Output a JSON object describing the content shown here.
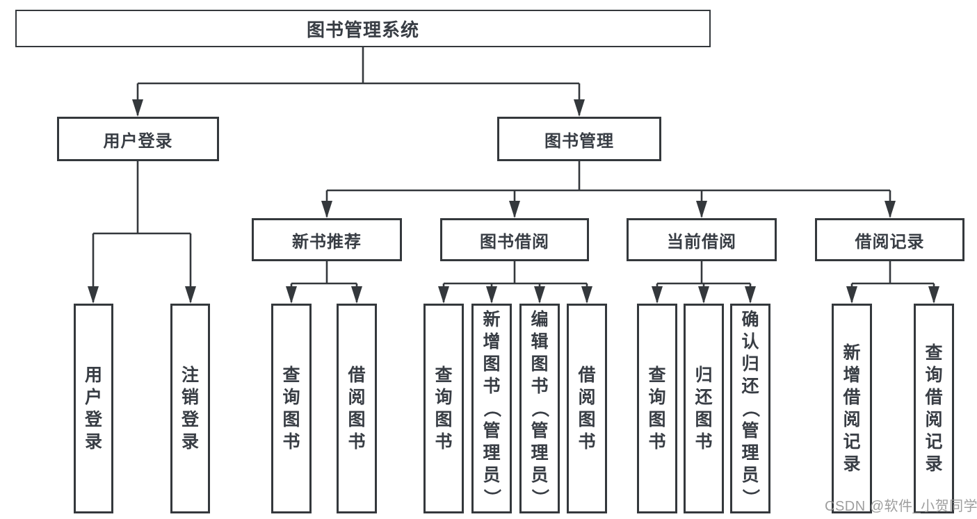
{
  "tree": {
    "root": "图书管理系统",
    "level1": [
      "用户登录",
      "图书管理"
    ],
    "level2": [
      "新书推荐",
      "图书借阅",
      "当前借阅",
      "借阅记录"
    ],
    "leaves": {
      "login": [
        "用户登录",
        "注销登录"
      ],
      "newbook": [
        "查询图书",
        "借阅图书"
      ],
      "borrow": [
        "查询图书",
        "新增图书（管理员）",
        "编辑图书（管理员）",
        "借阅图书"
      ],
      "current": [
        "查询图书",
        "归还图书",
        "确认归还（管理员）"
      ],
      "records": [
        "新增借阅记录",
        "查询借阅记录"
      ]
    }
  },
  "watermark": "CSDN @软件_小贺同学",
  "colors": {
    "line": "#34383c",
    "text": "#383d44",
    "watermark_gray": "#949494",
    "background": "#ffffff"
  }
}
